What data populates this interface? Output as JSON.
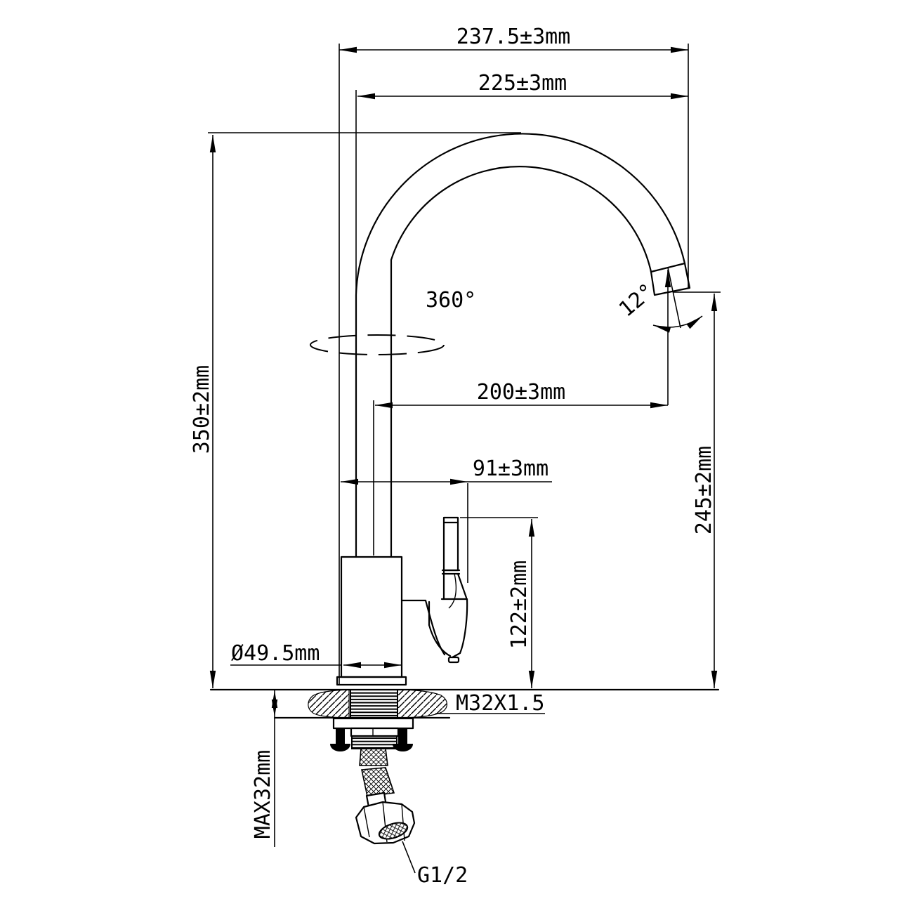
{
  "drawing": {
    "type": "faucet installation dimension drawing",
    "colors": {
      "line": "#000000",
      "background": "#ffffff"
    },
    "labels": {
      "overall_width": "237.5±3mm",
      "spout_span": "225±3mm",
      "overall_height": "350±2mm",
      "swivel": "360°",
      "outlet_angle": "12°",
      "reach": "200±3mm",
      "handle_span": "91±3mm",
      "outlet_height": "245±2mm",
      "body_height": "122±2mm",
      "base_diameter": "Ø49.5mm",
      "mount_thread": "M32X1.5",
      "max_deck": "MAX32mm",
      "hose_thread": "G1/2"
    }
  }
}
